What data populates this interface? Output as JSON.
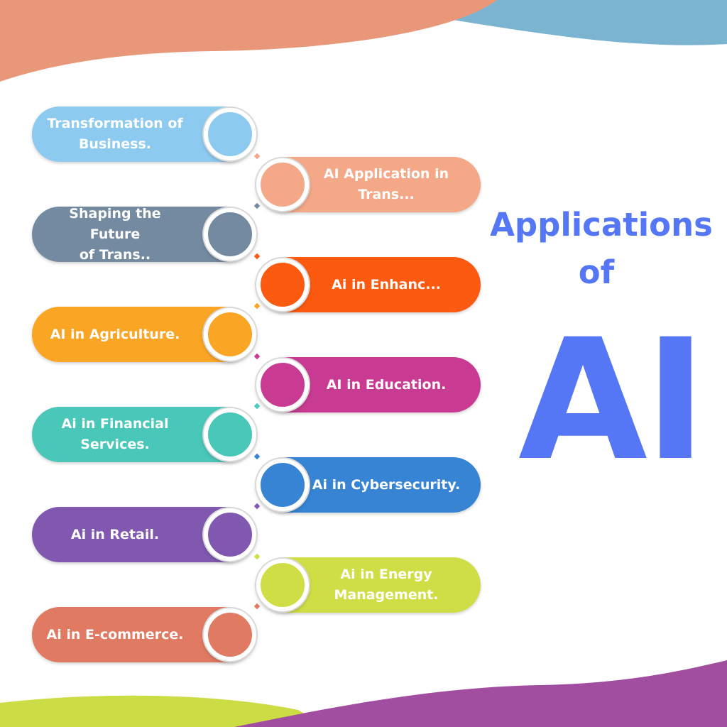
{
  "title": {
    "line1": "Applications",
    "line2": "of",
    "big": "AI"
  },
  "items": [
    {
      "label": "Transformation of\nBusiness.",
      "color": "#8ccaf0",
      "side": "left"
    },
    {
      "label": "AI Application in\nTrans...",
      "color": "#f4a888",
      "side": "right"
    },
    {
      "label": "Shaping the Future\nof Trans..",
      "color": "#738aa1",
      "side": "left"
    },
    {
      "label": "Ai in Enhanc...",
      "color": "#fc5a10",
      "side": "right"
    },
    {
      "label": "AI in Agriculture.",
      "color": "#faa523",
      "side": "left"
    },
    {
      "label": "AI in Education.",
      "color": "#c93a92",
      "side": "right"
    },
    {
      "label": "Ai in Financial\nServices.",
      "color": "#49c7b9",
      "side": "left"
    },
    {
      "label": "Ai in Cybersecurity.",
      "color": "#3784d4",
      "side": "right"
    },
    {
      "label": "Ai in Retail.",
      "color": "#8058b0",
      "side": "left"
    },
    {
      "label": "Ai in Energy\nManagement.",
      "color": "#cfde44",
      "side": "right"
    },
    {
      "label": "Ai in E-commerce.",
      "color": "#e07a62",
      "side": "left"
    }
  ],
  "decor_colors": {
    "top_left": "#e89878",
    "top_right": "#7ab4d0",
    "bottom_left": "#cbdc45",
    "bottom_right": "#a14ea0",
    "title": "#5577f5"
  }
}
